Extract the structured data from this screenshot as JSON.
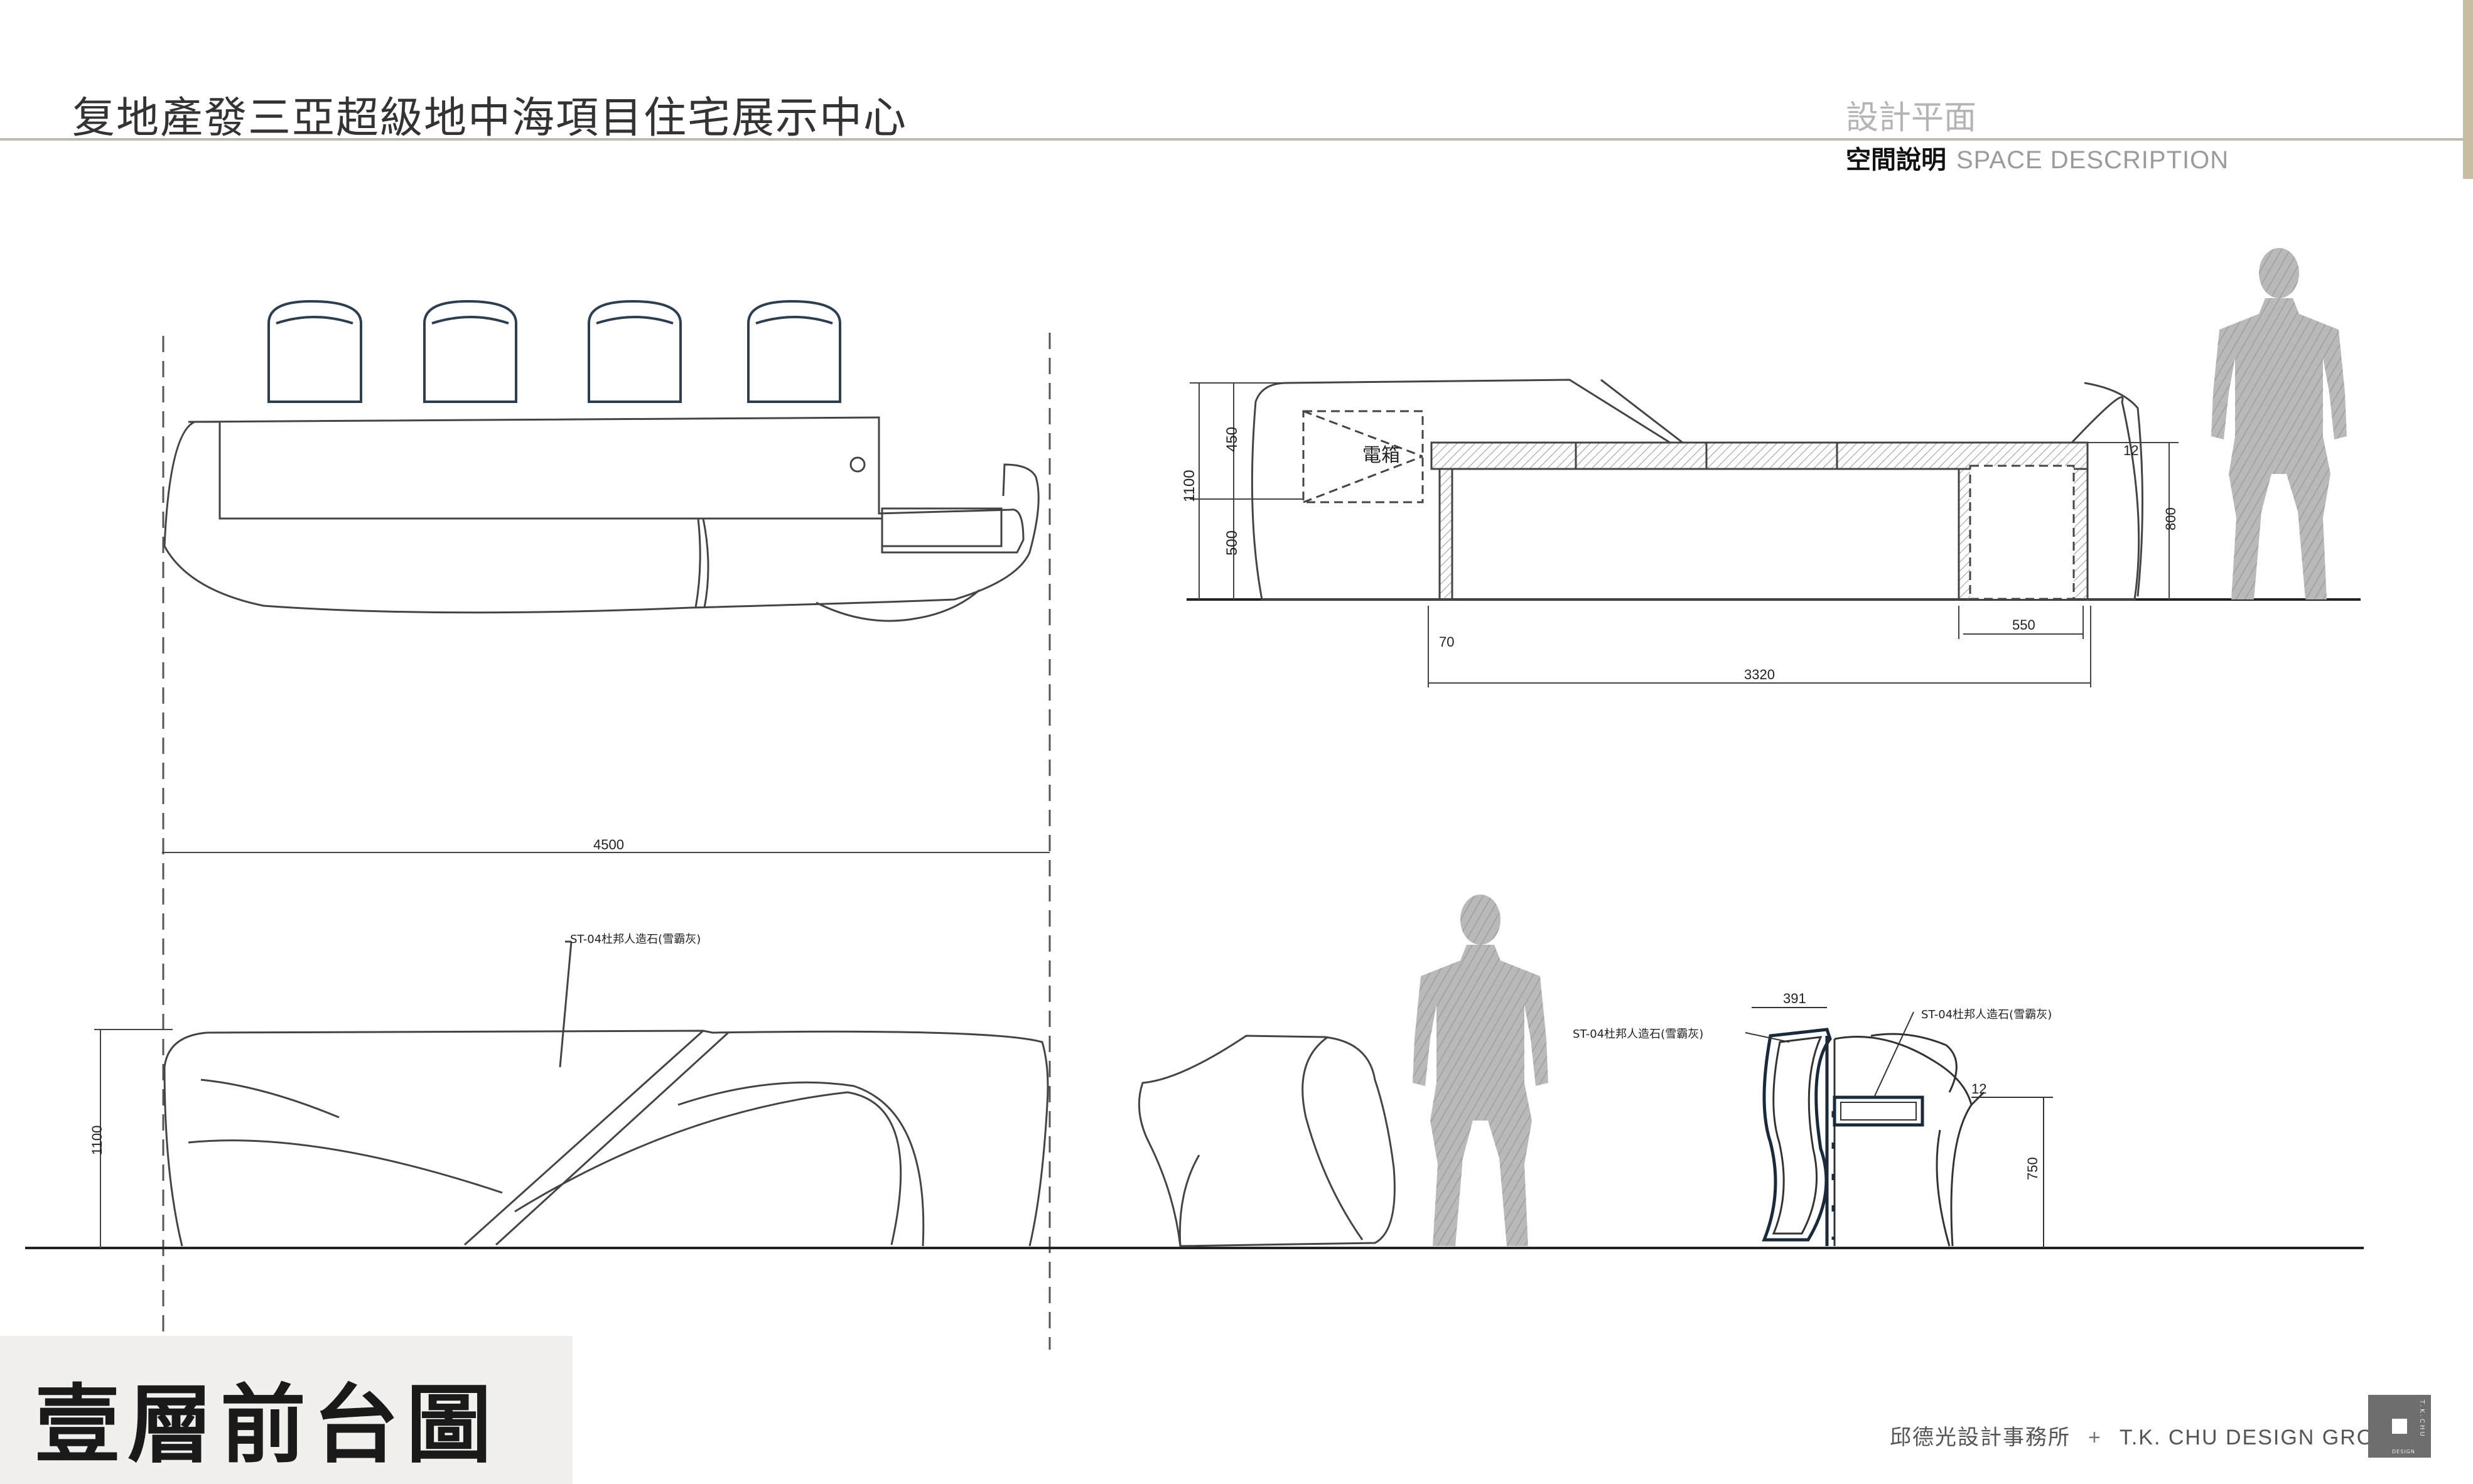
{
  "header": {
    "project_title": "复地產發三亞超級地中海項目住宅展示中心",
    "section_title": "設計平面",
    "space_desc_cn": "空間說明",
    "space_desc_en": "SPACE DESCRIPTION"
  },
  "drawing": {
    "elevation_top": {
      "box_label": "電箱",
      "dims": {
        "d450": "450",
        "d500": "500",
        "d1100": "1100",
        "d70": "70",
        "d3320": "3320",
        "d550": "550",
        "d12": "12",
        "d800": "800"
      }
    },
    "front_elevation": {
      "dims": {
        "d4500": "4500",
        "d1100": "1100"
      },
      "callout": "ST-04杜邦人造石(雪霸灰)"
    },
    "section": {
      "callout_left": "ST-04杜邦人造石(雪霸灰)",
      "callout_right": "ST-04杜邦人造石(雪霸灰)",
      "dims": {
        "d391": "391",
        "d12": "12",
        "d750": "750"
      }
    }
  },
  "footer": {
    "sheet_label": "壹層前台圖",
    "firm_cn": "邱德光設計事務所",
    "firm_plus": "+",
    "firm_en": "T.K. CHU DESIGN GROUP",
    "logo_vertical": "T.K.CHU",
    "logo_bottom": "DESIGN"
  },
  "colors": {
    "header_rule": "#bdb9ad",
    "side_bar": "#c8bca2",
    "chair_stroke": "#2c3e50",
    "label_bg": "#f2f0ec"
  },
  "icons": [
    "chair-icon",
    "human-silhouette-icon",
    "firm-logo-icon"
  ]
}
